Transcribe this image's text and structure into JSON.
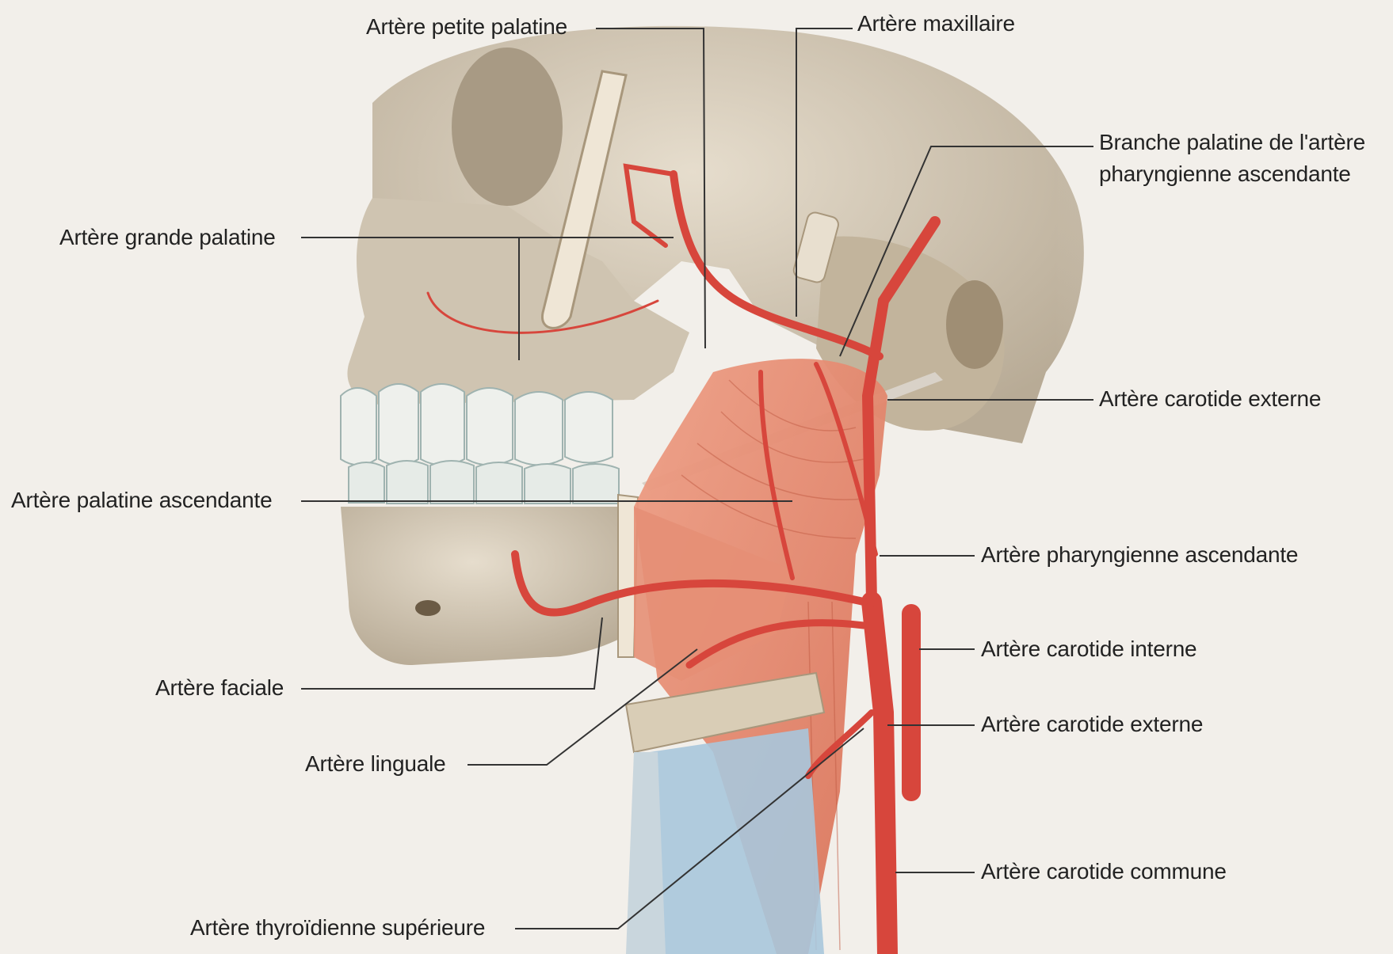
{
  "labels": {
    "petite_palatine": "Artère petite palatine",
    "maxillaire": "Artère maxillaire",
    "branche_palatine_l1": "Branche palatine de l'artère",
    "branche_palatine_l2": "pharyngienne ascendante",
    "grande_palatine": "Artère grande palatine",
    "carotide_externe_1": "Artère carotide externe",
    "palatine_ascendante": "Artère palatine ascendante",
    "pharyngienne_ascendante": "Artère pharyngienne ascendante",
    "carotide_interne": "Artère carotide interne",
    "faciale": "Artère faciale",
    "carotide_externe_2": "Artère carotide externe",
    "linguale": "Artère linguale",
    "carotide_commune": "Artère carotide commune",
    "thyroidienne_superieure": "Artère thyroïdienne supérieure"
  },
  "colors": {
    "background": "#f2efea",
    "bone": "#d8cfbf",
    "bone_shadow": "#bfb3a0",
    "muscle": "#e28a72",
    "artery": "#d7463c",
    "cartilage": "#a9c6dc",
    "leader_line": "#333333"
  }
}
